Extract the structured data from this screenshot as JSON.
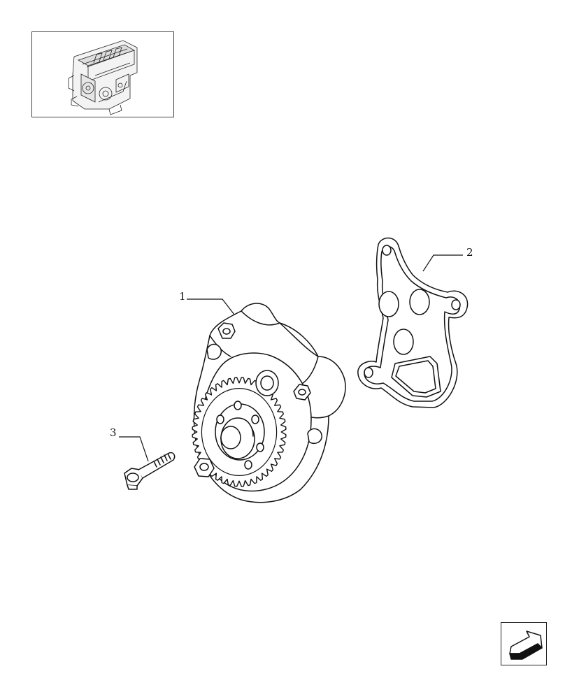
{
  "thumbnail": {
    "icon": "engine-assembly-icon"
  },
  "callouts": {
    "oil_pump": "1",
    "gasket": "2",
    "screw": "3"
  },
  "navigation": {
    "next_icon": "arrow-next-page-icon"
  },
  "colors": {
    "line": "#111111",
    "background": "#ffffff"
  }
}
